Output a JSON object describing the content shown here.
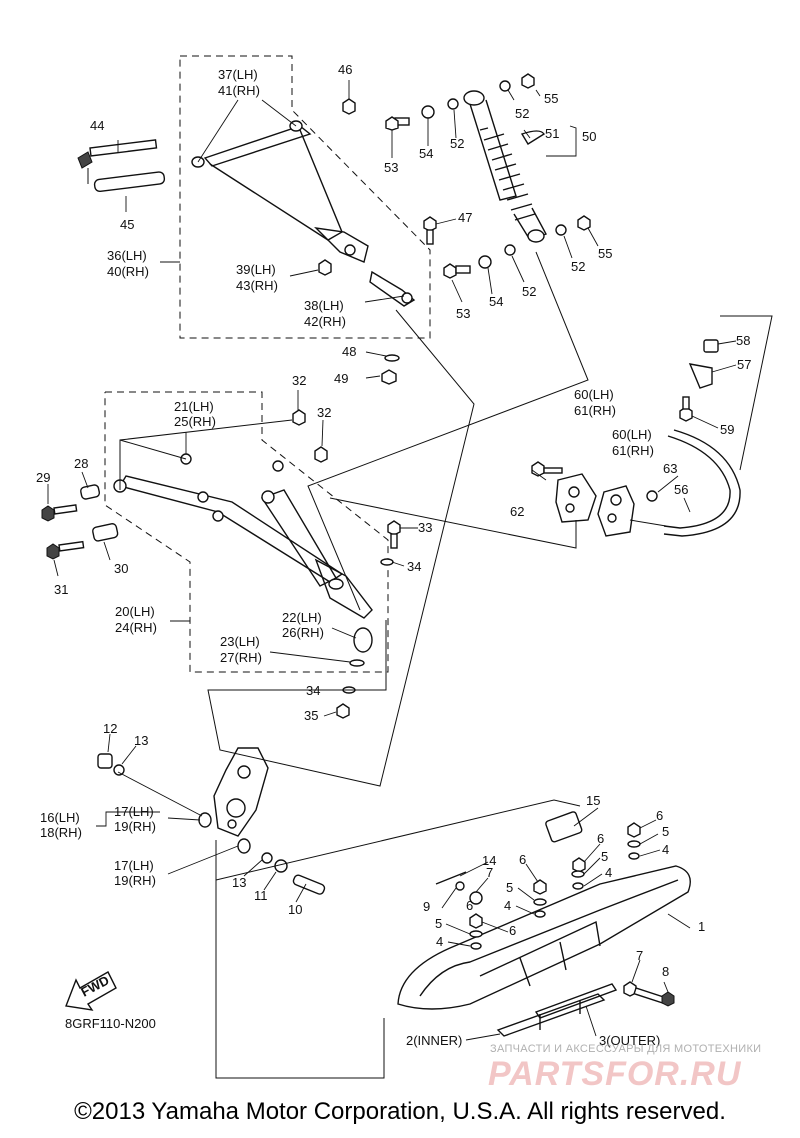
{
  "diagram_code": "8GRF110-N200",
  "copyright": "©2013 Yamaha Motor Corporation, U.S.A. All rights reserved.",
  "fwd_label": "FWD",
  "watermark": {
    "tagline": "ЗАПЧАСТИ И АКСЕССУАРЫ ДЛЯ МОТОТЕХНИКИ",
    "logo": "PARTSFOR.RU"
  },
  "callouts": {
    "p1": "1",
    "p2": "2(INNER)",
    "p3": "3(OUTER)",
    "p4a": "4",
    "p4b": "4",
    "p4c": "4",
    "p5a": "5",
    "p5b": "5",
    "p5c": "5",
    "p5d": "5",
    "p6a": "6",
    "p6b": "6",
    "p6c": "6",
    "p6d": "6",
    "p7a": "7",
    "p7b": "7",
    "p8": "8",
    "p9": "9",
    "p10": "10",
    "p11": "11",
    "p12": "12",
    "p13a": "13",
    "p13b": "13",
    "p14": "14",
    "p15": "15",
    "p16": "16(LH)",
    "p18": "18(RH)",
    "p17a": "17(LH)",
    "p19a": "19(RH)",
    "p17b": "17(LH)",
    "p19b": "19(RH)",
    "p20": "20(LH)",
    "p24": "24(RH)",
    "p21": "21(LH)",
    "p25": "25(RH)",
    "p22": "22(LH)",
    "p26": "26(RH)",
    "p23": "23(LH)",
    "p27": "27(RH)",
    "p28": "28",
    "p29": "29",
    "p30": "30",
    "p31": "31",
    "p32a": "32",
    "p32b": "32",
    "p33": "33",
    "p34a": "34",
    "p34b": "34",
    "p35": "35",
    "p36": "36(LH)",
    "p40": "40(RH)",
    "p37": "37(LH)",
    "p41": "41(RH)",
    "p38": "38(LH)",
    "p42": "42(RH)",
    "p39": "39(LH)",
    "p43": "43(RH)",
    "p44": "44",
    "p45": "45",
    "p46": "46",
    "p47": "47",
    "p48": "48",
    "p49": "49",
    "p50": "50",
    "p51": "51",
    "p52a": "52",
    "p52b": "52",
    "p52c": "52",
    "p52d": "52",
    "p53a": "53",
    "p53b": "53",
    "p54a": "54",
    "p54b": "54",
    "p55a": "55",
    "p55b": "55",
    "p56": "56",
    "p57": "57",
    "p58": "58",
    "p59": "59",
    "p60a": "60(LH)",
    "p61a": "61(RH)",
    "p60b": "60(LH)",
    "p61b": "61(RH)",
    "p62": "62",
    "p63": "63"
  }
}
